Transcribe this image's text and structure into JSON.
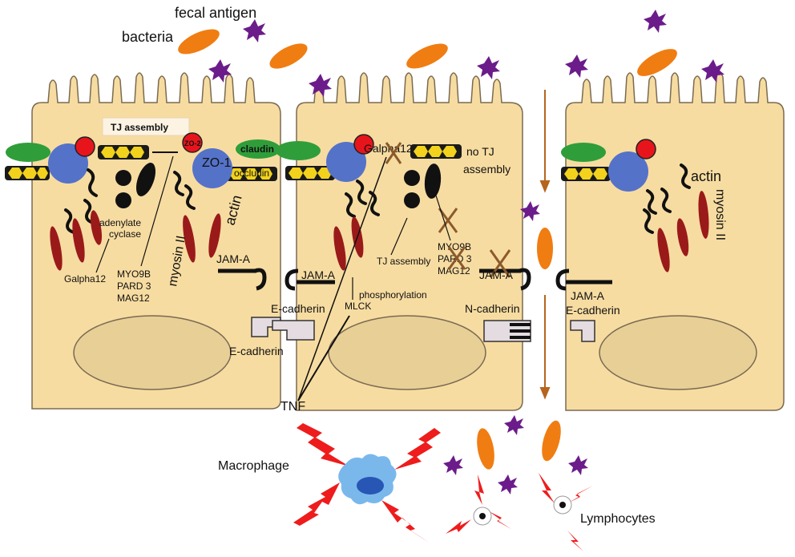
{
  "labels": {
    "fecal_antigen": "fecal antigen",
    "bacteria": "bacteria",
    "tj_assembly_box": "TJ assembly",
    "zo2": "ZO-2",
    "claudin": "claudin",
    "zo1": "ZO-1",
    "occludin": "occludin",
    "adenylate_cyclase": "adenylate\ncyclase",
    "adenylate": "adenylate",
    "cyclase": "cyclase",
    "galpha12_left": "Galpha12",
    "myo9b_left": "MYO9B",
    "pard3_left": "PARD 3",
    "mag12_left": "MAG12",
    "myosin2_left": "myosin II",
    "actin_left": "actin",
    "jama_left": "JAM-A",
    "jama_mid_left": "JAM-A",
    "ecadherin_top_left": "E-cadherin",
    "ecadherin_bottom_left": "E-cadherin",
    "galpha12_mid": "Galpha12",
    "no_tj": "no TJ",
    "assembly": "assembly",
    "tj_assembly_mid": "TJ assembly",
    "myo9b_mid": "MYO9B",
    "pard3_mid": "PARD 3",
    "mag12_mid": "MAG12",
    "phosphorylation": "phosphorylation",
    "mlck": "MLCK",
    "jama_mid_right": "JAM-A",
    "ncadherin": "N-cadherin",
    "jama_right": "JAM-A",
    "ecadherin_right": "E-cadherin",
    "actin_right": "actin",
    "myosin2_right": "myosin II",
    "tnf": "TNF",
    "macrophage": "Macrophage",
    "lymphocytes": "Lymphocytes"
  },
  "colors": {
    "cell_fill": "#f7dca1",
    "cell_stroke": "#7a6a52",
    "nucleus_fill": "#e8cf96",
    "zo1_blue": "#5572c9",
    "red_dot": "#e8141c",
    "claudin_green": "#2f9e3a",
    "occludin_yellow": "#f2d21c",
    "myosin_red": "#9a1a1a",
    "bacteria_orange": "#f07d12",
    "antigen_purple": "#6b1c8a",
    "lightning_red": "#ee1c1c",
    "macrophage_blue": "#7ab8ec",
    "arrow_brown": "#b5651d",
    "cadherin_fill": "#e4dce0"
  },
  "icons": [
    "bacteria-icon",
    "fecal-antigen-icon",
    "macrophage-icon",
    "lymphocyte-icon",
    "lightning-icon"
  ]
}
